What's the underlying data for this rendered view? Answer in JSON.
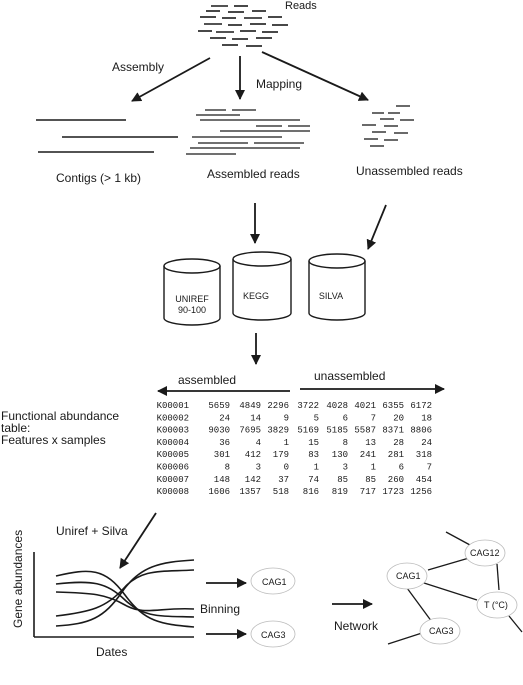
{
  "diagram": {
    "labels": {
      "reads": "Reads",
      "assembly": "Assembly",
      "mapping": "Mapping",
      "contigs": "Contigs (> 1 kb)",
      "assembled_reads": "Assembled  reads",
      "unassembled_reads": "Unassembled  reads",
      "assembled": "assembled",
      "unassembled": "unassembled",
      "uniref_silva": "Uniref + Silva",
      "binning": "Binning",
      "network": "Network",
      "gene_abundances": "Gene abundances",
      "dates": "Dates"
    },
    "databases": [
      {
        "line1": "UNIREF",
        "line2": "90-100"
      },
      {
        "line1": "KEGG",
        "line2": ""
      },
      {
        "line1": "SILVA",
        "line2": ""
      }
    ],
    "table": {
      "caption_lines": [
        "Functional abundance",
        "table:",
        "Features x samples"
      ],
      "rows": [
        {
          "id": "K00001",
          "values": [
            "5659",
            "4849",
            "2296",
            "3722",
            "4028",
            "4021",
            "6355",
            "6172"
          ]
        },
        {
          "id": "K00002",
          "values": [
            "24",
            "14",
            "9",
            "5",
            "6",
            "7",
            "20",
            "18"
          ]
        },
        {
          "id": "K00003",
          "values": [
            "9030",
            "7695",
            "3829",
            "5169",
            "5185",
            "5587",
            "8371",
            "8806"
          ]
        },
        {
          "id": "K00004",
          "values": [
            "36",
            "4",
            "1",
            "15",
            "8",
            "13",
            "28",
            "24"
          ]
        },
        {
          "id": "K00005",
          "values": [
            "301",
            "412",
            "179",
            "83",
            "130",
            "241",
            "281",
            "318"
          ]
        },
        {
          "id": "K00006",
          "values": [
            "8",
            "3",
            "0",
            "1",
            "3",
            "1",
            "6",
            "7"
          ]
        },
        {
          "id": "K00007",
          "values": [
            "148",
            "142",
            "37",
            "74",
            "85",
            "85",
            "260",
            "454"
          ]
        },
        {
          "id": "K00008",
          "values": [
            "1606",
            "1357",
            "518",
            "816",
            "819",
            "717",
            "1723",
            "1256"
          ]
        }
      ]
    },
    "cags": {
      "bin1": "CAG1",
      "bin2": "CAG3",
      "net_cag12": "CAG12",
      "net_cag1": "CAG1",
      "net_temp": "T (°C)",
      "net_cag3": "CAG3"
    }
  }
}
